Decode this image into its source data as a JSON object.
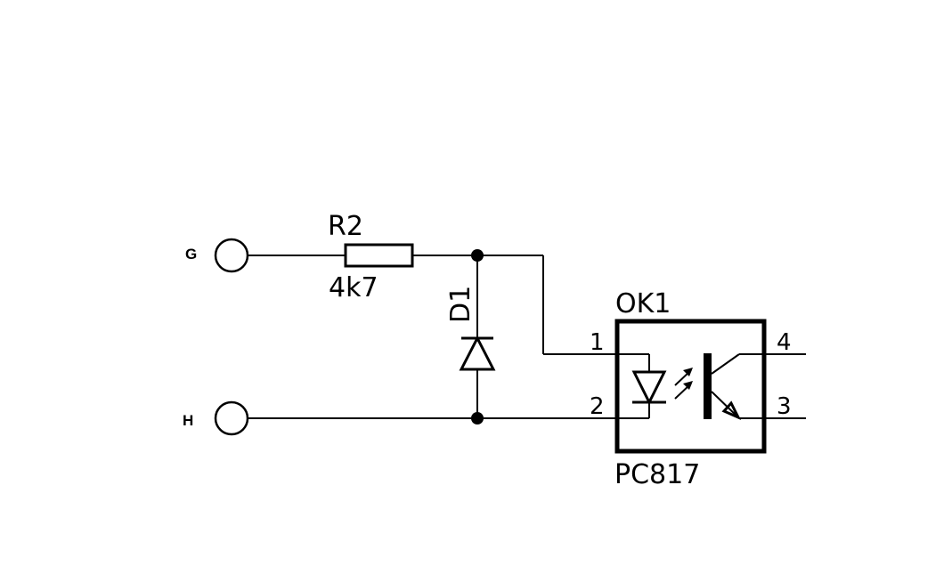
{
  "nets": {
    "top_input": "G",
    "bottom_input": "H"
  },
  "resistor": {
    "ref": "R2",
    "value": "4k7"
  },
  "diode": {
    "ref": "D1"
  },
  "optocoupler": {
    "ref": "OK1",
    "part": "PC817",
    "pins": {
      "p1": "1",
      "p2": "2",
      "p3": "3",
      "p4": "4"
    }
  },
  "colors": {
    "ink": "#000000",
    "background": "#ffffff"
  }
}
